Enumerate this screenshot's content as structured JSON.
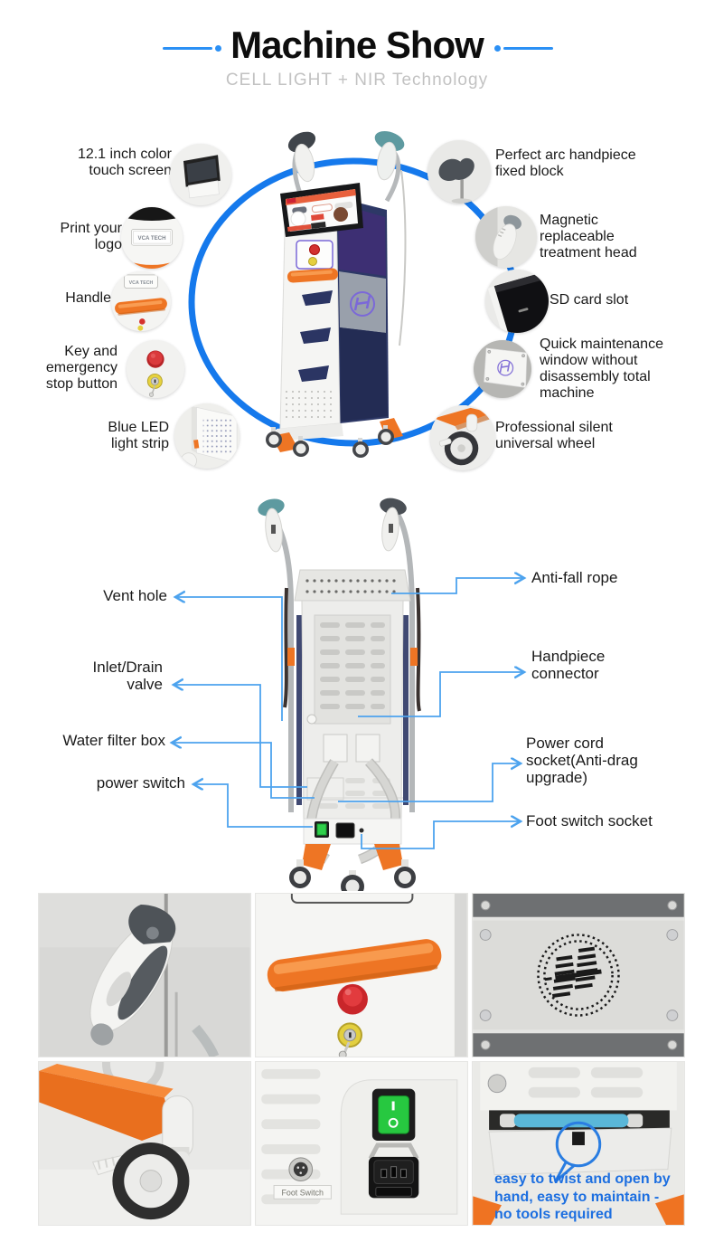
{
  "header": {
    "title": "Machine Show",
    "subtitle": "CELL LIGHT + NIR Technology"
  },
  "brand": {
    "logo_text": "VCA TECH"
  },
  "front_view": {
    "left_callouts": [
      {
        "label": "12.1 inch color touch screen",
        "icon": "touch-screen-photo"
      },
      {
        "label": "Print your logo",
        "icon": "logo-plate-photo"
      },
      {
        "label": "Handle",
        "icon": "handle-photo"
      },
      {
        "label": "Key and emergency stop button",
        "icon": "key-emergency-stop-photo"
      },
      {
        "label": "Blue LED light strip",
        "icon": "led-strip-photo"
      }
    ],
    "right_callouts": [
      {
        "label": "Perfect arc handpiece fixed block",
        "icon": "handpiece-holder-photo"
      },
      {
        "label": "Magnetic replaceable treatment head",
        "icon": "treatment-head-photo"
      },
      {
        "label": "SD card slot",
        "icon": "sd-card-slot-photo"
      },
      {
        "label": "Quick maintenance window without disassembly total machine",
        "icon": "maintenance-window-photo"
      },
      {
        "label": "Professional silent universal wheel",
        "icon": "universal-wheel-photo"
      }
    ]
  },
  "back_view": {
    "left_callouts": [
      "Vent hole",
      "Inlet/Drain valve",
      "Water filter box",
      "power switch"
    ],
    "right_callouts": [
      "Anti-fall rope",
      "Handpiece connector",
      "Power cord socket(Anti-drag upgrade)",
      "Foot switch socket"
    ]
  },
  "gallery": {
    "photos": [
      "handpiece-closeup",
      "handle-emergency-stop-closeup",
      "logo-vent-plate-closeup",
      "universal-wheel-closeup",
      "power-socket-panel-closeup",
      "maintenance-window-closeup"
    ],
    "foot_switch_label": "Foot Switch",
    "caption": "easy to twist and open by hand, easy to maintain - no tools required"
  },
  "colors": {
    "accent_blue": "#1579EC",
    "callout_line_blue": "#4DA3EE",
    "orange": "#EE7524",
    "navy": "#2B3563",
    "caption_blue": "#1D6FE0",
    "subtitle_gray": "#C2C2C2"
  }
}
